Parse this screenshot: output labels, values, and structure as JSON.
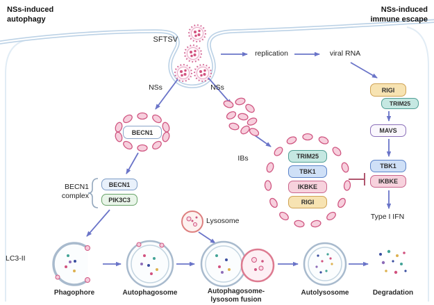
{
  "titles": {
    "left": "NSs-induced\nautophagy",
    "right": "NSs-induced\nimmune escape"
  },
  "virus": {
    "name": "SFTSV"
  },
  "replication_path": {
    "replication": "replication",
    "viral_rna": "viral RNA"
  },
  "immune_path": {
    "rigi": "RIGI",
    "trim25": "TRIM25",
    "mavs": "MAVS",
    "tbk1": "TBK1",
    "ikbke": "IKBKE",
    "output": "Type I IFN"
  },
  "nss": {
    "left": "NSs",
    "right": "NSs"
  },
  "becn1_seq": {
    "becn1": "BECN1"
  },
  "ibs": {
    "label": "IBs",
    "trim25": "TRIM25",
    "tbk1": "TBK1",
    "ikbke": "IKBKE",
    "rigi": "RIGI"
  },
  "complex": {
    "label": "BECN1\ncomplex",
    "becn1": "BECN1",
    "pik3c3": "PIK3C3"
  },
  "autophagy": {
    "lc3": "LC3-II",
    "lysosome": "Lysosome",
    "stages": [
      {
        "label": "Phagophore"
      },
      {
        "label": "Autophagosome"
      },
      {
        "label": "Autophagosome-\nlysosom fusion"
      },
      {
        "label": "Autolysosome"
      },
      {
        "label": "Degradation"
      }
    ]
  },
  "colors": {
    "arrow": "#6a74c8",
    "inhibition": "#b0566e",
    "membrane": "#bcd2e6",
    "nss_pink": "#cf5580",
    "vesicle_gray": "#a8bacd",
    "gold": "#cfa254",
    "teal": "#4f9e94",
    "blue": "#5b83c9",
    "pink": "#c9638b",
    "purple": "#8a6fb8",
    "green": "#68a368"
  }
}
